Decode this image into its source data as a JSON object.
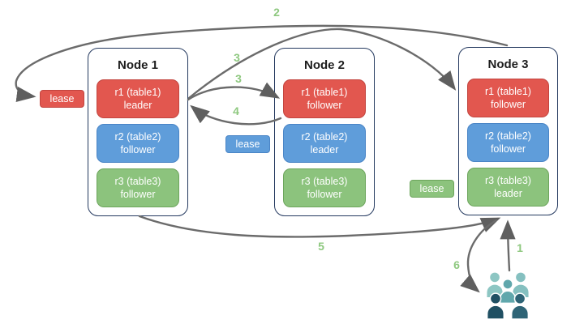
{
  "nodes": [
    {
      "title": "Node 1",
      "replicas": [
        {
          "name": "r1 (table1)",
          "role": "leader"
        },
        {
          "name": "r2 (table2)",
          "role": "follower"
        },
        {
          "name": "r3 (table3)",
          "role": "follower"
        }
      ]
    },
    {
      "title": "Node 2",
      "replicas": [
        {
          "name": "r1 (table1)",
          "role": "follower"
        },
        {
          "name": "r2 (table2)",
          "role": "leader"
        },
        {
          "name": "r3 (table3)",
          "role": "follower"
        }
      ]
    },
    {
      "title": "Node 3",
      "replicas": [
        {
          "name": "r1 (table1)",
          "role": "follower"
        },
        {
          "name": "r2 (table2)",
          "role": "follower"
        },
        {
          "name": "r3 (table3)",
          "role": "leader"
        }
      ]
    }
  ],
  "leases": [
    {
      "label": "lease",
      "color": "#e2574f"
    },
    {
      "label": "lease",
      "color": "#5f9dda"
    },
    {
      "label": "lease",
      "color": "#8cc37d"
    }
  ],
  "steps": {
    "s1": "1",
    "s2": "2",
    "s3a": "3",
    "s3b": "3",
    "s4": "4",
    "s5": "5",
    "s6": "6"
  },
  "icons": {
    "clients": "users-group-icon"
  },
  "colors": {
    "red_fill": "#e2574f",
    "red_border": "#c2453f",
    "blue_fill": "#5f9dda",
    "blue_border": "#4a85c6",
    "green_fill": "#8cc37d",
    "green_border": "#6ca55c",
    "node_border": "#24395f",
    "arrow": "#6b6b6b",
    "step_label": "#8ec87f",
    "people_light": "#8dc6c3",
    "people_light2": "#85c0c0",
    "people_mid": "#60a7ac",
    "people_dark": "#205063",
    "people_dark2": "#2e6476"
  }
}
